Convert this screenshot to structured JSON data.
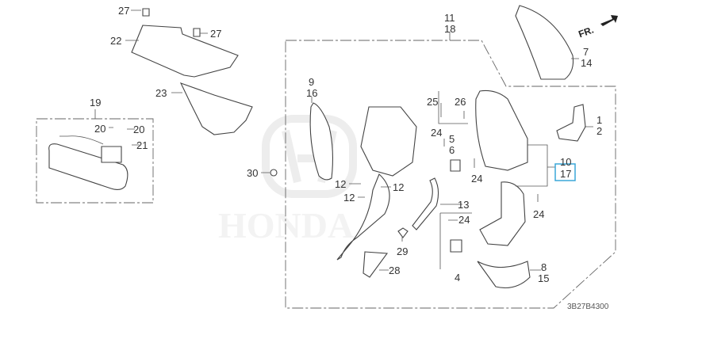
{
  "diagram": {
    "direction_label": "FR.",
    "diagram_code": "3B27B4300",
    "highlight_color": "#3aa7d8",
    "watermark_text": "HONDA",
    "callouts": {
      "c27a": "27",
      "c27b": "27",
      "c22": "22",
      "c23": "23",
      "c19": "19",
      "c20a": "20",
      "c20b": "20",
      "c21": "21",
      "c9": "9",
      "c16": "16",
      "c30": "30",
      "c11": "11",
      "c18": "18",
      "c7": "7",
      "c14": "14",
      "c25": "25",
      "c26": "26",
      "c24a": "24",
      "c5": "5",
      "c6": "6",
      "c24b": "24",
      "c1": "1",
      "c2": "2",
      "c10": "10",
      "c17": "17",
      "c12a": "12",
      "c12b": "12",
      "c12c": "12",
      "c13": "13",
      "c24c": "24",
      "c24d": "24",
      "c29": "29",
      "c4": "4",
      "c28": "28",
      "c8": "8",
      "c15": "15"
    }
  }
}
